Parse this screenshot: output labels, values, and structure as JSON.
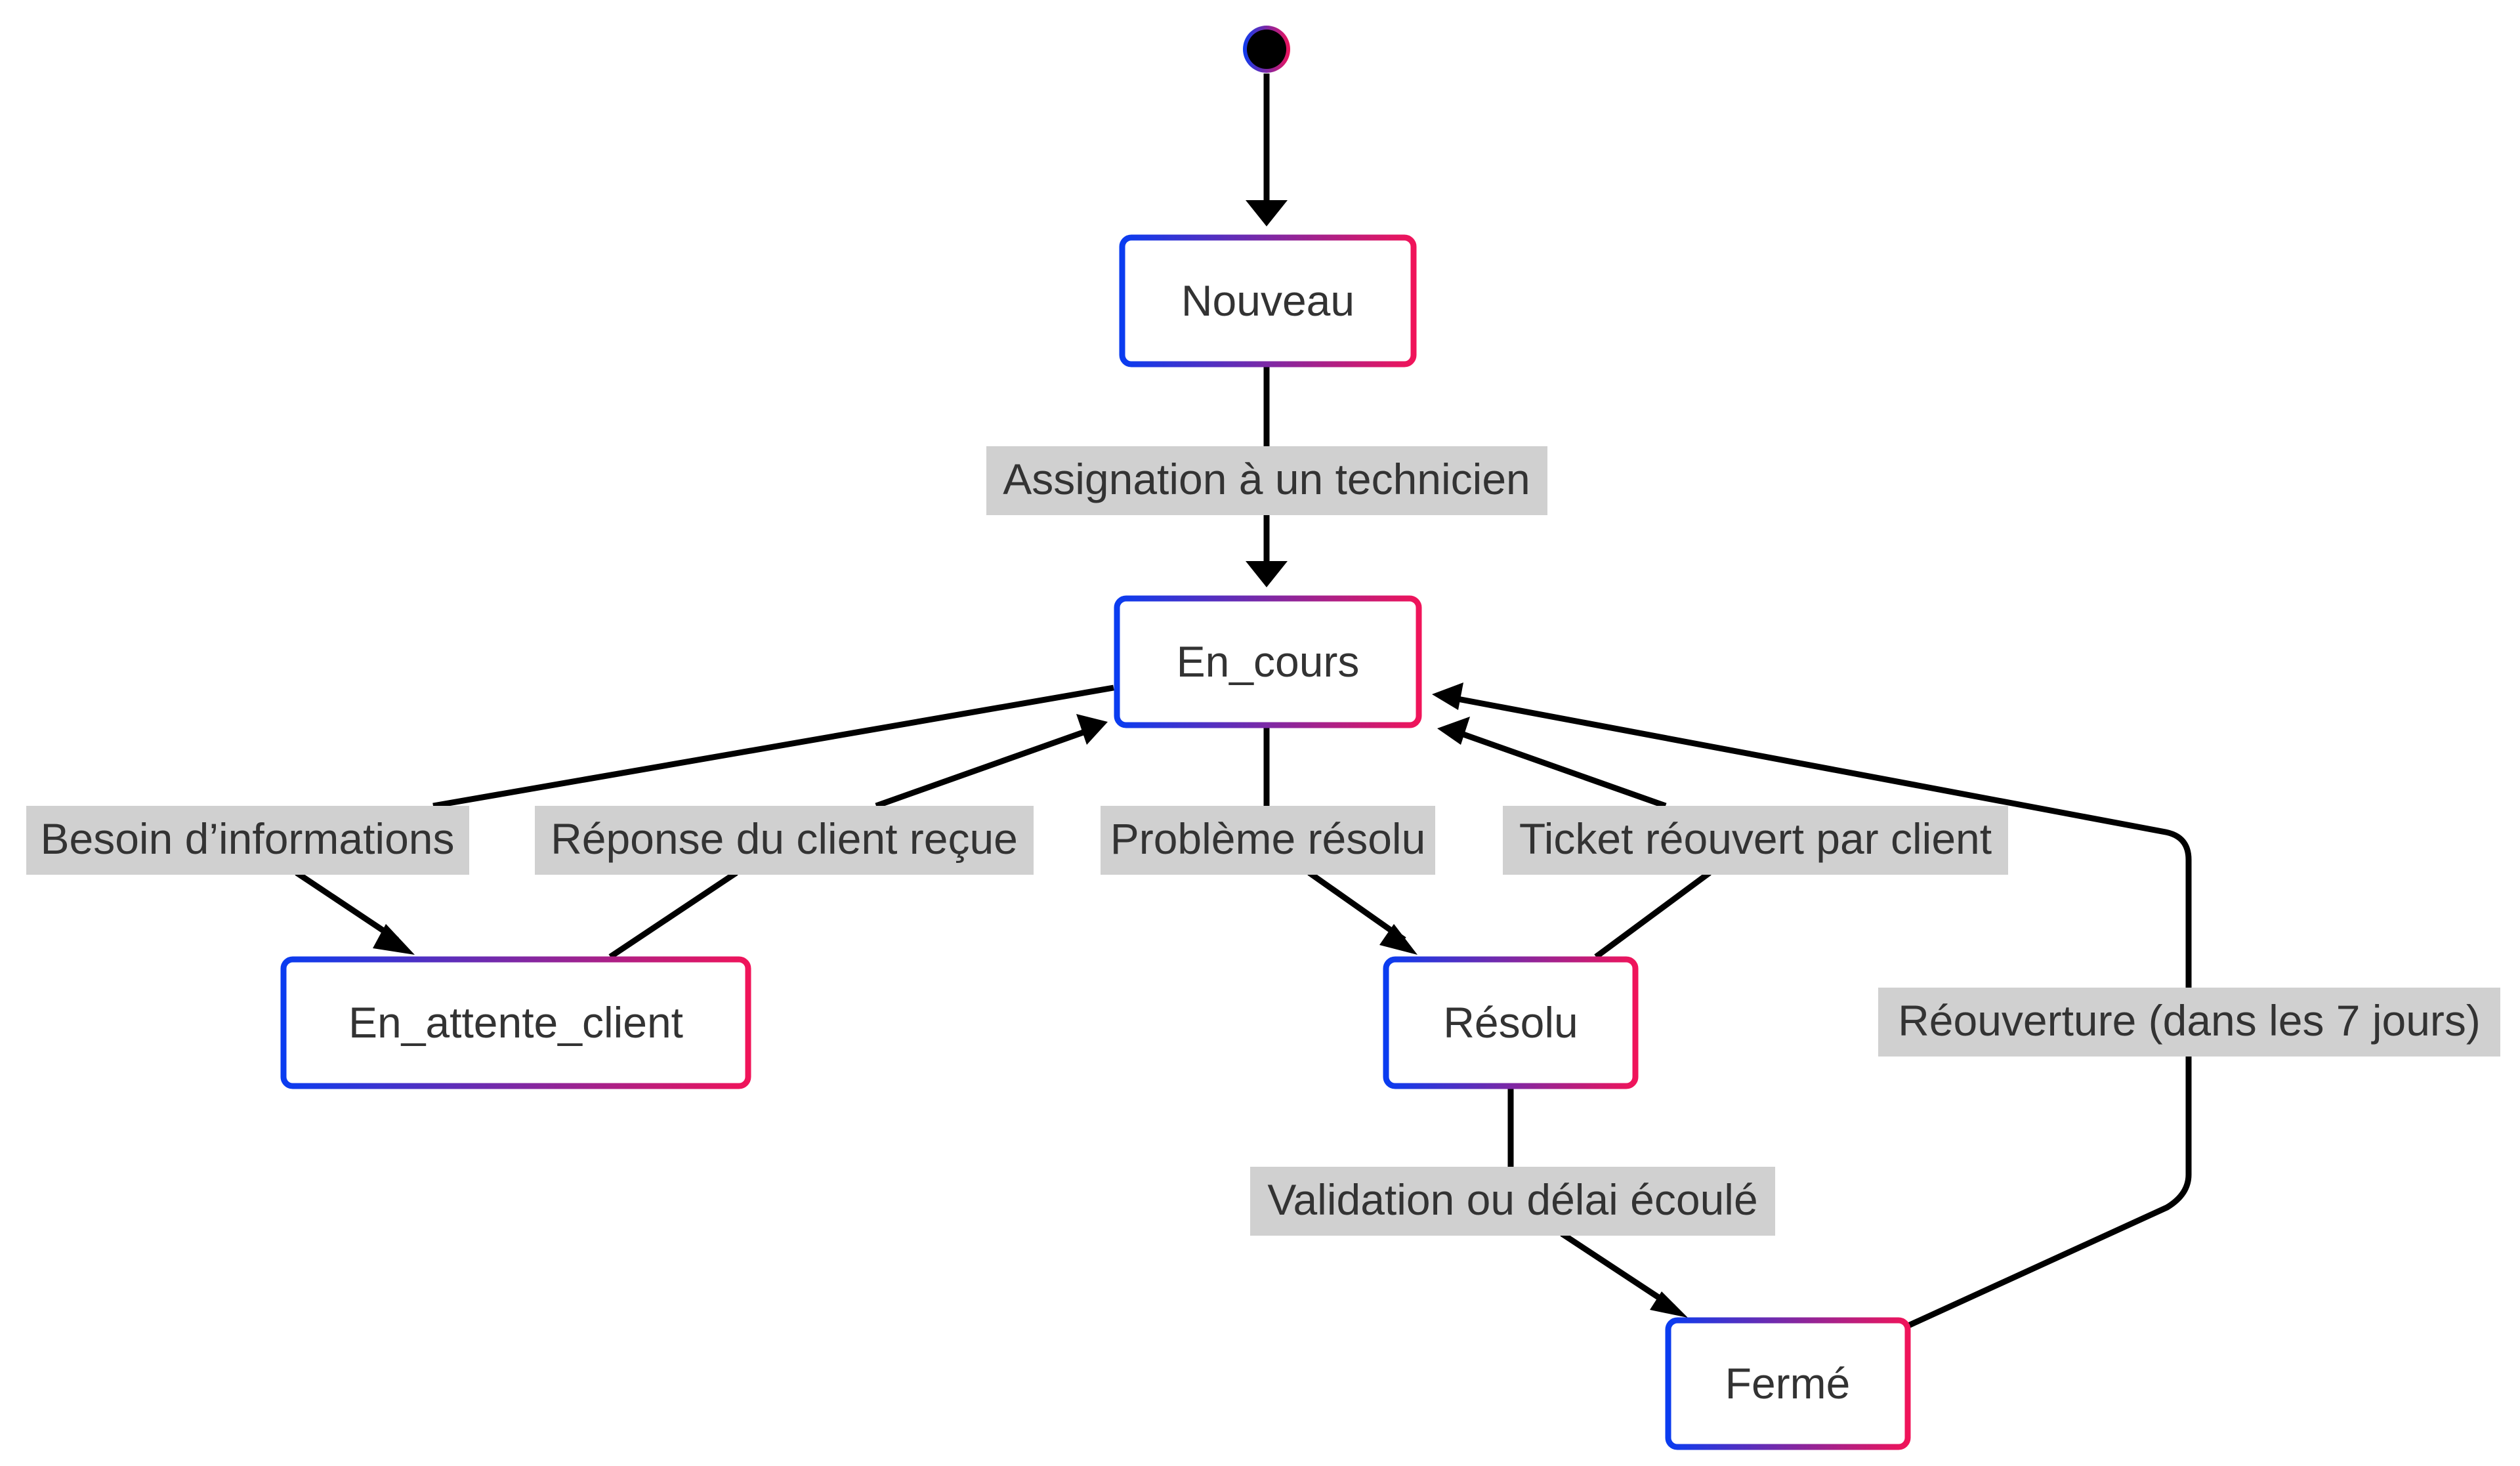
{
  "colors": {
    "node_gradient_start": "#0a3cf0",
    "node_gradient_end": "#f0145a",
    "edge": "#000000",
    "label_background": "#d0d0d0",
    "text": "#333333",
    "background": "#ffffff"
  },
  "states": {
    "nouveau": "Nouveau",
    "en_cours": "En_cours",
    "en_attente_client": "En_attente_client",
    "resolu": "Résolu",
    "ferme": "Fermé"
  },
  "transitions": {
    "assignation": "Assignation à un technicien",
    "besoin_informations": "Besoin d’informations",
    "reponse_client": "Réponse du client reçue",
    "probleme_resolu": "Problème résolu",
    "ticket_reouvert": "Ticket réouvert par client",
    "validation": "Validation ou délai écoulé",
    "reouverture": "Réouverture (dans les 7 jours)"
  }
}
